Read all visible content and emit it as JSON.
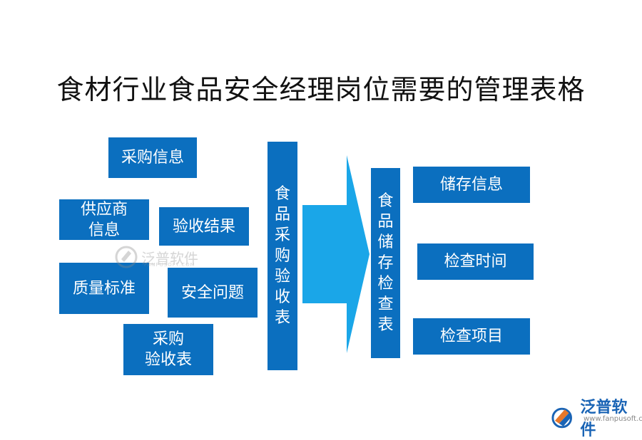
{
  "title": "食材行业食品安全经理岗位需要的管理表格",
  "left_items": [
    "采购信息",
    "供应商\n信息",
    "验收结果",
    "质量标准",
    "安全问题",
    "采购\n验收表"
  ],
  "left_column": "食品采购验收表",
  "right_column": "食品储存检查表",
  "right_items": [
    "储存信息",
    "检查时间",
    "检查项目"
  ],
  "watermark": {
    "brand": "泛普软件",
    "center_sub": "FANPUSOFT.COM",
    "url": "www.fanpusoft.com"
  },
  "colors": {
    "box": "#0b6fbf",
    "arrow": "#1aa6e8"
  }
}
